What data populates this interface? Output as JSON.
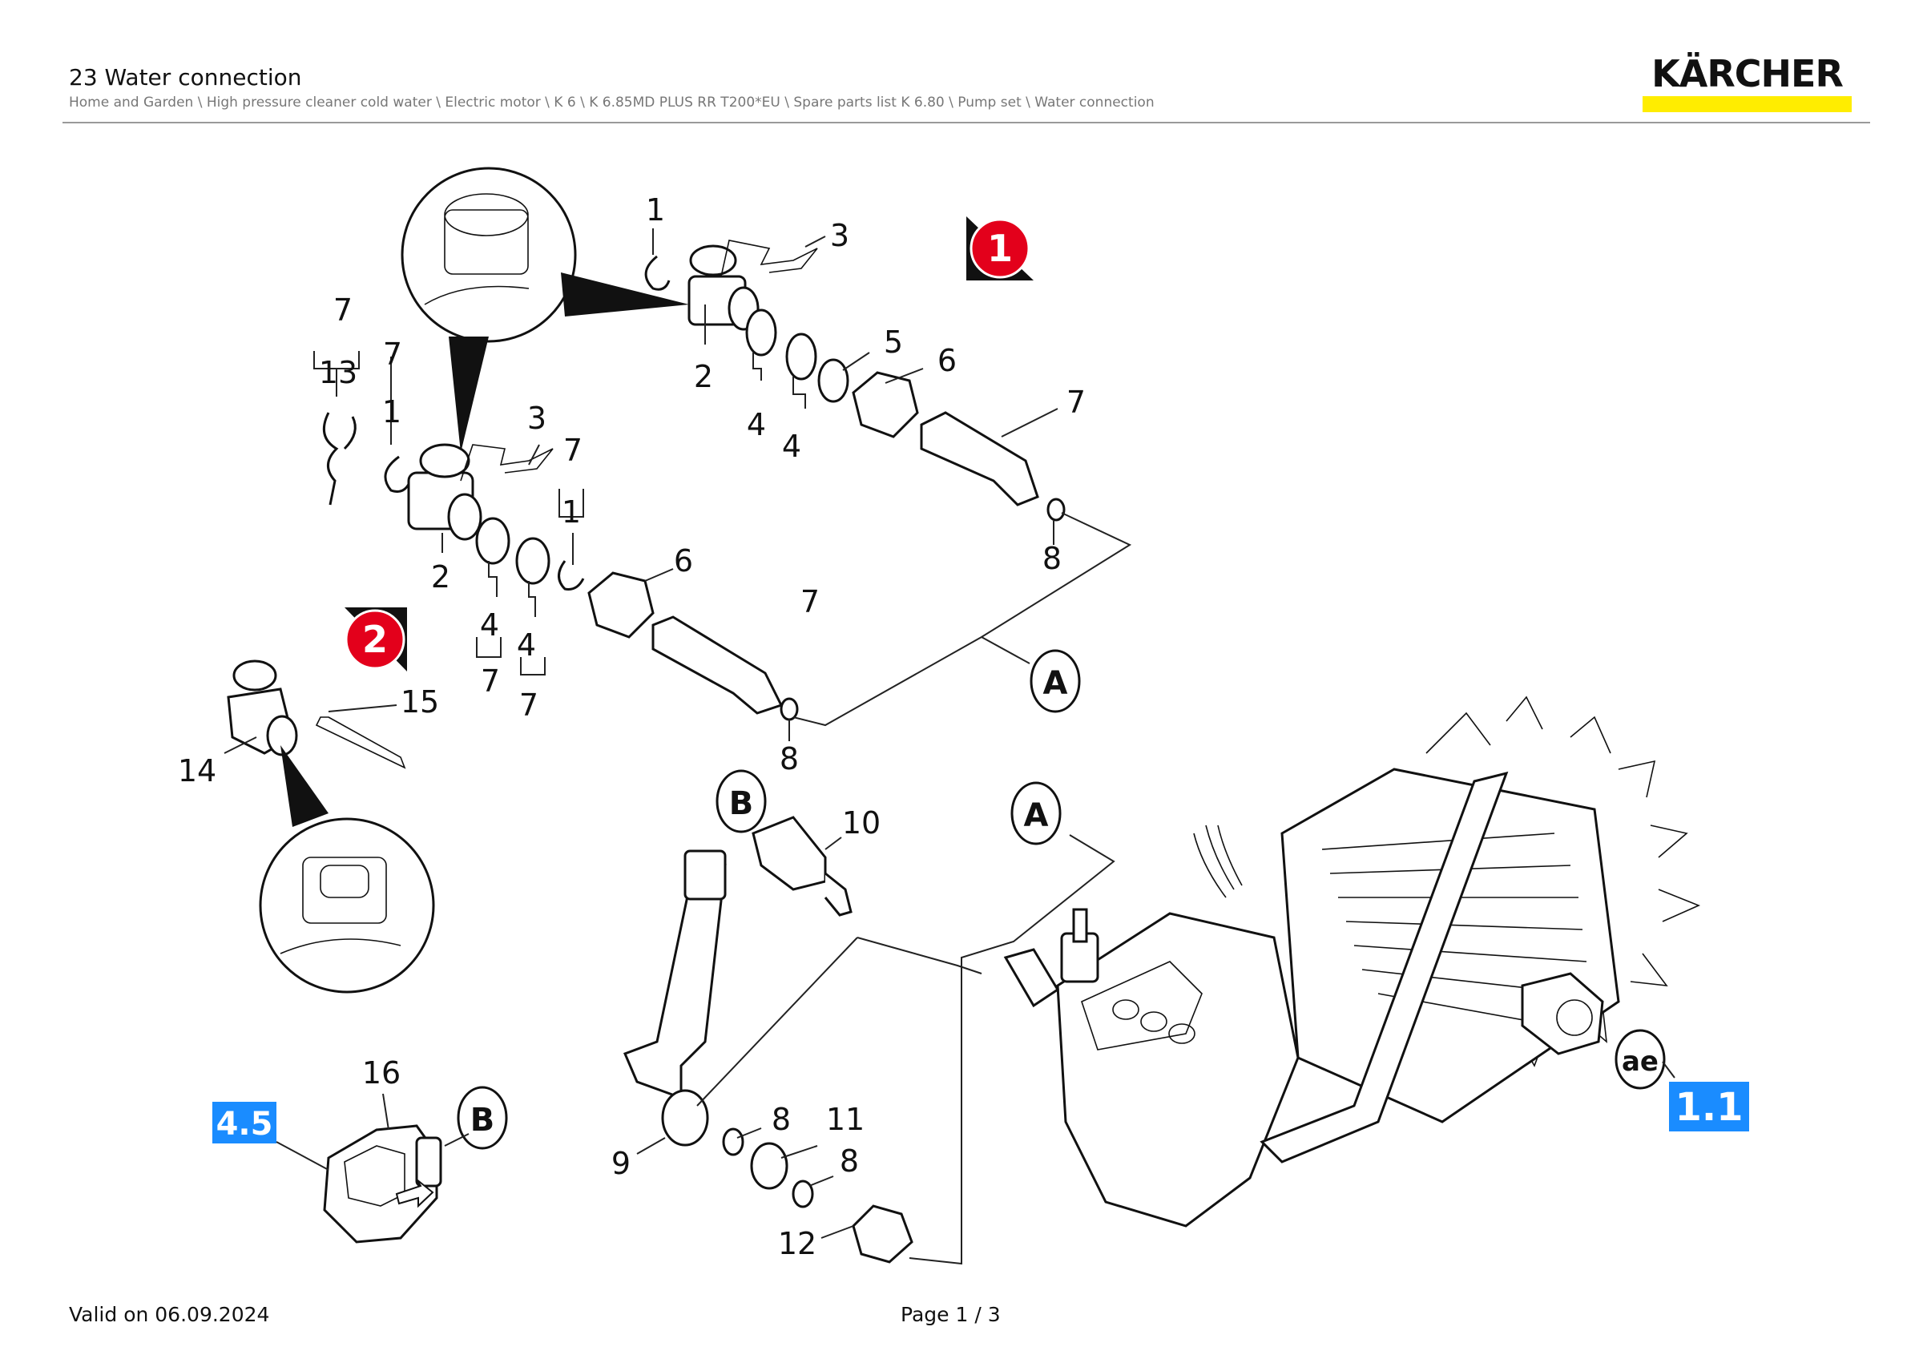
{
  "header": {
    "title": "23 Water connection",
    "breadcrumb": "Home and Garden \\ High pressure cleaner cold water \\ Electric motor \\ K 6 \\ K 6.85MD PLUS RR T200*EU \\ Spare parts list K 6.80 \\ Pump set \\ Water connection"
  },
  "brand": {
    "name": "KÄRCHER",
    "accent_color": "#ffed00"
  },
  "diagram": {
    "variant_markers": [
      "1",
      "2"
    ],
    "reference_tags": [
      "4.5",
      "1.1"
    ],
    "reference_tag_color": "#1a8cff",
    "variant_marker_color": "#e3001b",
    "callouts": [
      "A",
      "A",
      "B",
      "B",
      "ae"
    ],
    "part_numbers": {
      "top_1": "1",
      "top_3": "3",
      "top_2": "2",
      "top_4a": "4",
      "top_4b": "4",
      "top_5": "5",
      "top_6": "6",
      "top_7": "7",
      "top_8": "8",
      "mid_7a": "7",
      "mid_13": "13",
      "mid_7b": "7",
      "mid_1a": "1",
      "mid_3": "3",
      "mid_7c": "7",
      "mid_1b": "1",
      "mid_2": "2",
      "mid_6": "6",
      "mid_4a": "4",
      "mid_7d": "7",
      "mid_4b": "4",
      "mid_7e": "7",
      "mid_7f": "7",
      "mid_8": "8",
      "v2_15": "15",
      "v2_14": "14",
      "low_10": "10",
      "low_9": "9",
      "low_8a": "8",
      "low_11": "11",
      "low_8b": "8",
      "low_12": "12",
      "low_16": "16"
    }
  },
  "footer": {
    "valid_on": "Valid on 06.09.2024",
    "page": "Page 1 / 3"
  }
}
